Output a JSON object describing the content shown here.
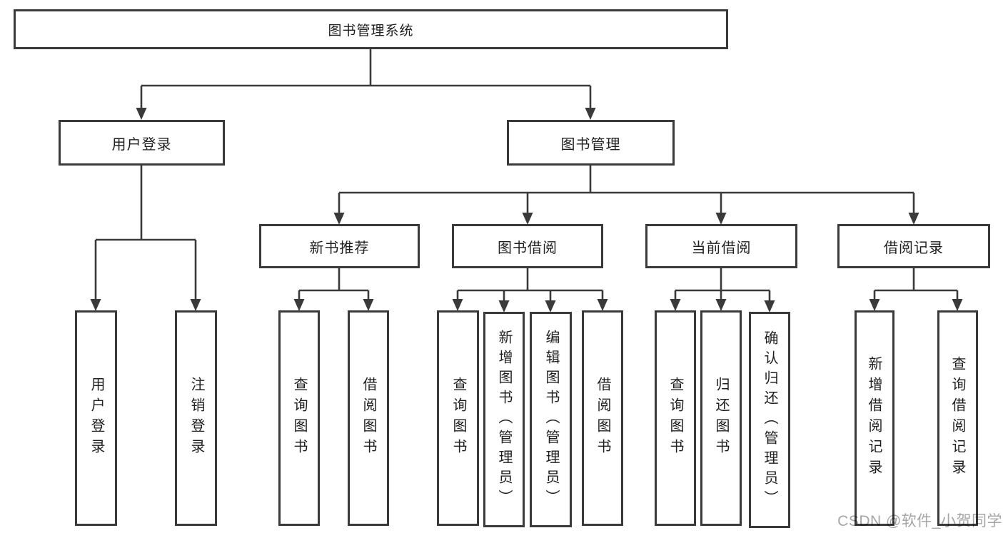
{
  "diagram": {
    "title_node": {
      "label": "图书管理系统"
    },
    "level2": [
      {
        "label": "用户登录"
      },
      {
        "label": "图书管理"
      }
    ],
    "level3": [
      {
        "label": "新书推荐"
      },
      {
        "label": "图书借阅"
      },
      {
        "label": "当前借阅"
      },
      {
        "label": "借阅记录"
      }
    ],
    "leaves": [
      {
        "label": "用户登录"
      },
      {
        "label": "注销登录"
      },
      {
        "label": "查询图书"
      },
      {
        "label": "借阅图书"
      },
      {
        "label": "查询图书"
      },
      {
        "label": "新增图书（管理员）"
      },
      {
        "label": "编辑图书（管理员）"
      },
      {
        "label": "借阅图书"
      },
      {
        "label": "查询图书"
      },
      {
        "label": "归还图书"
      },
      {
        "label": "确认归还（管理员）"
      },
      {
        "label": "新增借阅记录"
      },
      {
        "label": "查询借阅记录"
      }
    ],
    "watermark": "CSDN @软件_小贺同学",
    "colors": {
      "line": "#3a3a3a",
      "text": "#1f1f1f",
      "wm": "#a6a6a6",
      "bg": "#ffffff"
    }
  }
}
